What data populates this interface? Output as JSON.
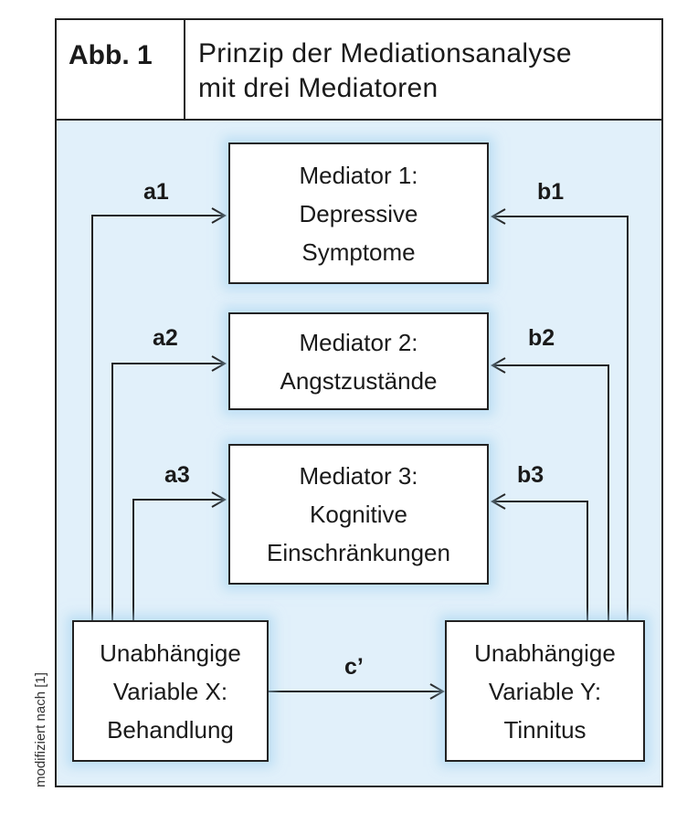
{
  "header": {
    "figure_number": "Abb. 1",
    "title_line1": "Prinzip der Mediationsanalyse",
    "title_line2": "mit drei Mediatoren"
  },
  "nodes": {
    "mediator1": {
      "line1": "Mediator 1:",
      "line2": "Depressive",
      "line3": "Symptome"
    },
    "mediator2": {
      "line1": "Mediator 2:",
      "line2": "Angstzustände"
    },
    "mediator3": {
      "line1": "Mediator 3:",
      "line2": "Kognitive",
      "line3": "Einschränkungen"
    },
    "variable_x": {
      "line1": "Unabhängige",
      "line2": "Variable X:",
      "line3": "Behandlung"
    },
    "variable_y": {
      "line1": "Unabhängige",
      "line2": "Variable Y:",
      "line3": "Tinnitus"
    }
  },
  "edges": {
    "a1": "a1",
    "a2": "a2",
    "a3": "a3",
    "b1": "b1",
    "b2": "b2",
    "b3": "b3",
    "c": "c’"
  },
  "source_note": "modifiziert nach [1]"
}
